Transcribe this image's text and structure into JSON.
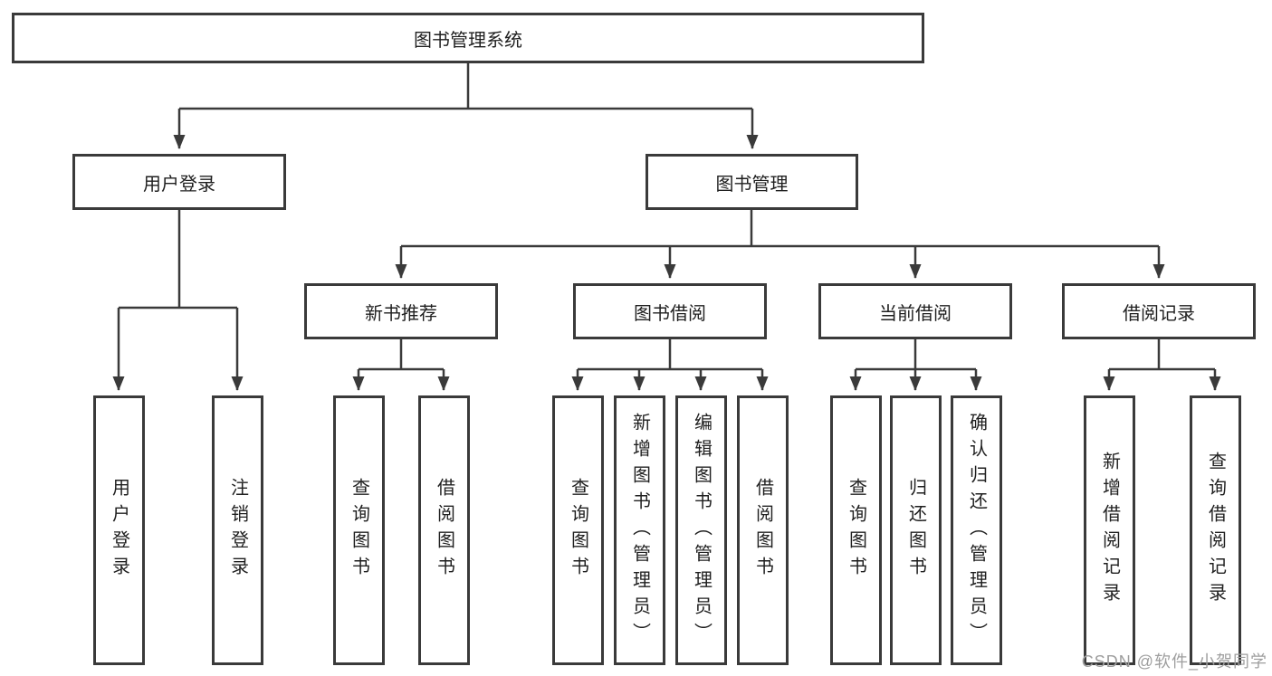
{
  "diagram": {
    "type": "org-tree",
    "root": {
      "label": "图书管理系统"
    },
    "level2": [
      {
        "label": "用户登录",
        "leaves": [
          "用户登录",
          "注销登录"
        ]
      },
      {
        "label": "图书管理",
        "children": [
          {
            "label": "新书推荐",
            "leaves": [
              "查询图书",
              "借阅图书"
            ]
          },
          {
            "label": "图书借阅",
            "leaves": [
              "查询图书",
              "新增图书（管理员）",
              "编辑图书（管理员）",
              "借阅图书"
            ]
          },
          {
            "label": "当前借阅",
            "leaves": [
              "查询图书",
              "归还图书",
              "确认归还（管理员）"
            ]
          },
          {
            "label": "借阅记录",
            "leaves": [
              "新增借阅记录",
              "查询借阅记录"
            ]
          }
        ]
      }
    ]
  },
  "colors": {
    "line": "#3a3a3a",
    "border": "#3a3a3a",
    "text": "#1f1f1f",
    "background": "#ffffff",
    "watermark": "#9e9e9e"
  },
  "watermark": {
    "text": "CSDN @软件_小贺同学"
  }
}
